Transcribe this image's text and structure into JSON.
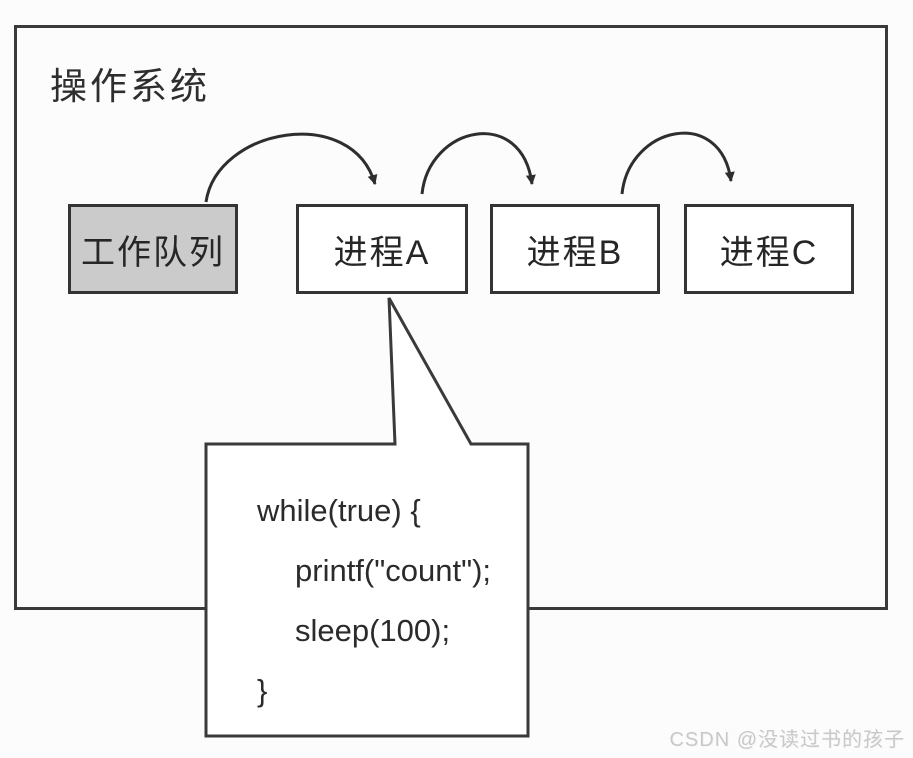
{
  "os": {
    "label": "操作系统"
  },
  "nodes": [
    {
      "id": "work-queue",
      "label": "工作队列",
      "fill": "#cbcbcb"
    },
    {
      "id": "process-a",
      "label": "进程A",
      "fill": "#ffffff"
    },
    {
      "id": "process-b",
      "label": "进程B",
      "fill": "#ffffff"
    },
    {
      "id": "process-c",
      "label": "进程C",
      "fill": "#ffffff"
    }
  ],
  "arrows": [
    {
      "from": "work-queue",
      "to": "process-a"
    },
    {
      "from": "process-a",
      "to": "process-b"
    },
    {
      "from": "process-b",
      "to": "process-c"
    }
  ],
  "callout": {
    "attached_to": "process-a",
    "code_lines": [
      "while(true) {",
      "printf(\"count\");",
      "sleep(100);",
      "}"
    ]
  },
  "watermark": {
    "text": "CSDN @没读过书的孩子",
    "color": "#c8c8c8"
  },
  "colors": {
    "background": "#fcfcfc",
    "border": "#3a3a3a",
    "queue_fill": "#cbcbcb",
    "text": "#2b2b2b"
  }
}
